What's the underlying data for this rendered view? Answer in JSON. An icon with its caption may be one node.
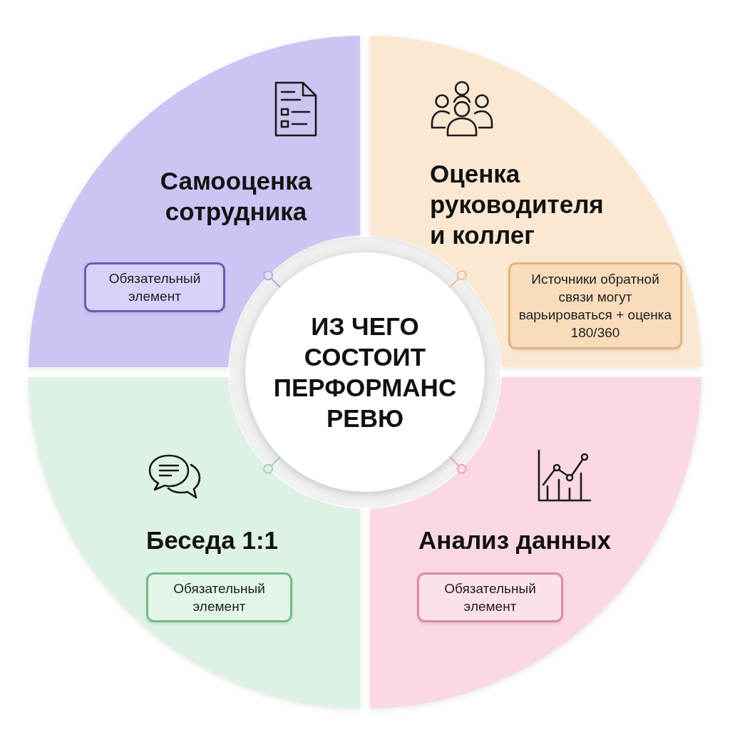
{
  "diagram": {
    "nodes": [
      {
        "text": [
          "ИЗ ЧЕГО СОСТОИТ ПЕРФОРМАНС РЕВЮ"
        ]
      },
      {
        "text": [
          "Самооценка сотрудника"
        ]
      },
      {
        "text": [
          "Обязательный элемент"
        ],
        "in": 1
      },
      {
        "text": [
          "Оценка руководителя и коллег"
        ]
      },
      {
        "text": [
          "Источники обратной связи могут варьироваться + оценка 180/360"
        ],
        "in": 3
      },
      {
        "text": [
          "Беседа 1:1"
        ]
      },
      {
        "text": [
          "Обязательный элемент"
        ],
        "in": 5
      },
      {
        "text": [
          "Анализ данных"
        ]
      },
      {
        "text": [
          "Обязательный элемент"
        ],
        "in": 7
      }
    ],
    "edges": [
      {
        "from": 0,
        "to": 1,
        "arrow": "other",
        "color": "#b4a6e6"
      },
      {
        "from": 0,
        "to": 3,
        "arrow": "other",
        "color": "#e9c08f"
      },
      {
        "from": 0,
        "to": 5,
        "arrow": "other",
        "color": "#9fd3b0"
      },
      {
        "from": 0,
        "to": 7,
        "arrow": "other",
        "color": "#eba3b8"
      }
    ]
  }
}
